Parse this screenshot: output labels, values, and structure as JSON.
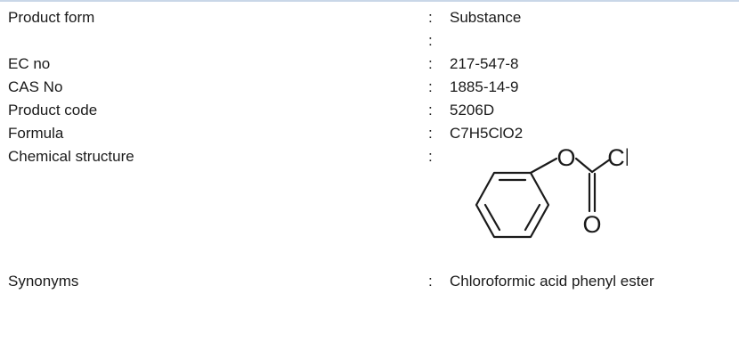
{
  "identification": {
    "rows": [
      {
        "label": "Product form",
        "colon": ":",
        "value": "Substance"
      },
      {
        "label": "",
        "colon": ":",
        "value": ""
      },
      {
        "label": "EC no",
        "colon": ":",
        "value": "217-547-8"
      },
      {
        "label": "CAS No",
        "colon": ":",
        "value": "1885-14-9"
      },
      {
        "label": "Product code",
        "colon": ":",
        "value": "5206D"
      },
      {
        "label": "Formula",
        "colon": ":",
        "value": "C7H5ClO2"
      },
      {
        "label": "Chemical structure",
        "colon": ":",
        "value": ""
      },
      {
        "label": "Synonyms",
        "colon": ":",
        "value": "Chloroformic acid phenyl ester"
      }
    ],
    "structure_atoms": {
      "oxygen_ether": "O",
      "chlorine": "Cl",
      "oxygen_carbonyl": "O"
    }
  }
}
